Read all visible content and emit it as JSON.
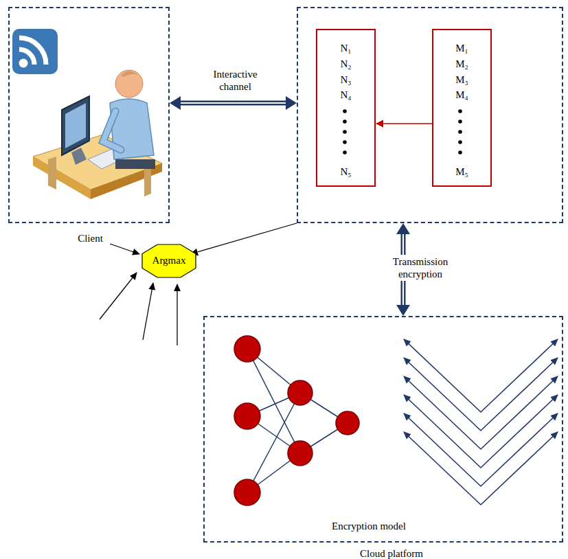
{
  "diagram": {
    "nodes": [
      {
        "text": [
          "Client"
        ]
      },
      {
        "text": []
      },
      {
        "text": [
          "N₁",
          "N₂",
          "N₃",
          "N₄",
          "N₅"
        ],
        "in": 1
      },
      {
        "text": [
          "M₁",
          "M₂",
          "M₃",
          "M₄",
          "M₅"
        ],
        "in": 1
      },
      {
        "text": [
          "Argmax"
        ]
      },
      {
        "text": [
          "Cloud platform",
          "Encryption model"
        ]
      }
    ],
    "edges": [
      {
        "from": 0,
        "to": 1,
        "arrow": "both",
        "label": "Interactive channel"
      },
      {
        "from": 3,
        "to": 2,
        "arrow": "to"
      },
      {
        "from": 1,
        "to": 4,
        "arrow": "to"
      },
      {
        "from": 1,
        "to": 5,
        "arrow": "both",
        "label": "Transmission encryption"
      }
    ]
  }
}
